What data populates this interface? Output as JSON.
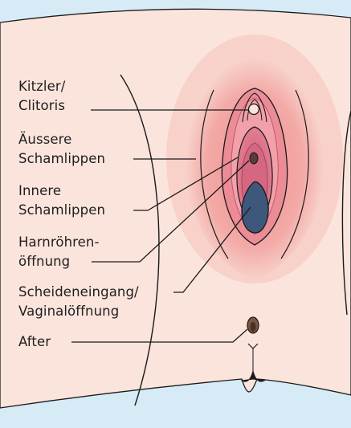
{
  "labels": {
    "clitoris_line1": "Kitzler/",
    "clitoris_line2": "Clitoris",
    "outer_labia_line1": "Äussere",
    "outer_labia_line2": "Schamlippen",
    "inner_labia_line1": "Innere",
    "inner_labia_line2": "Schamlippen",
    "urethra_line1": "Harnröhren-",
    "urethra_line2": "öffnung",
    "vagina_line1": "Scheideneingang/",
    "vagina_line2": "Vaginalöffnung",
    "anus": "After"
  },
  "colors": {
    "background_blue": "#d7ebf6",
    "skin": "#fbe4dc",
    "outer_labia": "#f3a9a4",
    "inner_labia": "#eb8c97",
    "vestibule": "#d9677f",
    "opening": "#3e587b",
    "outline": "#1a1a1a"
  }
}
